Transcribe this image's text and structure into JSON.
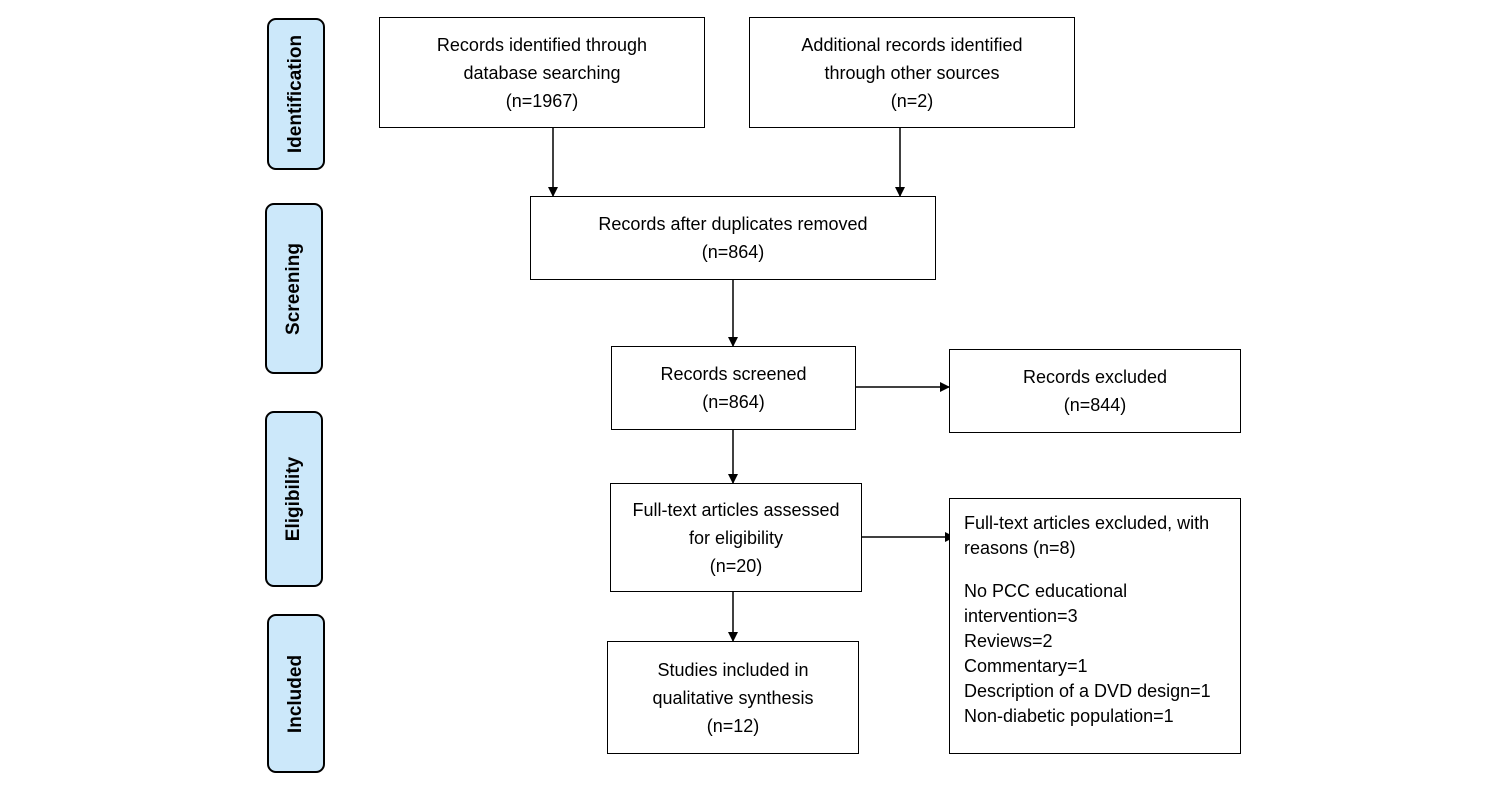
{
  "stages": {
    "identification": "Identification",
    "screening": "Screening",
    "eligibility": "Eligibility",
    "included": "Included"
  },
  "boxes": {
    "database": {
      "line1": "Records identified through",
      "line2": "database searching",
      "line3": "(n=1967)"
    },
    "other": {
      "line1": "Additional records identified",
      "line2": "through other sources",
      "line3": "(n=2)"
    },
    "dedup": {
      "line1": "Records after duplicates removed",
      "line2": "(n=864)"
    },
    "screened": {
      "line1": "Records screened",
      "line2": "(n=864)"
    },
    "excluded": {
      "line1": "Records excluded",
      "line2": "(n=844)"
    },
    "fulltext": {
      "line1": "Full-text articles assessed",
      "line2": "for eligibility",
      "line3": "(n=20)"
    },
    "fulltext_excluded": {
      "line1": "Full-text articles excluded, with",
      "line2": "reasons (n=8)",
      "reasons": [
        "No PCC educational",
        "intervention=3",
        "Reviews=2",
        "Commentary=1",
        "Description of a DVD design=1",
        "Non-diabetic population=1"
      ]
    },
    "included": {
      "line1": "Studies included in",
      "line2": "qualitative synthesis",
      "line3": "(n=12)"
    }
  }
}
